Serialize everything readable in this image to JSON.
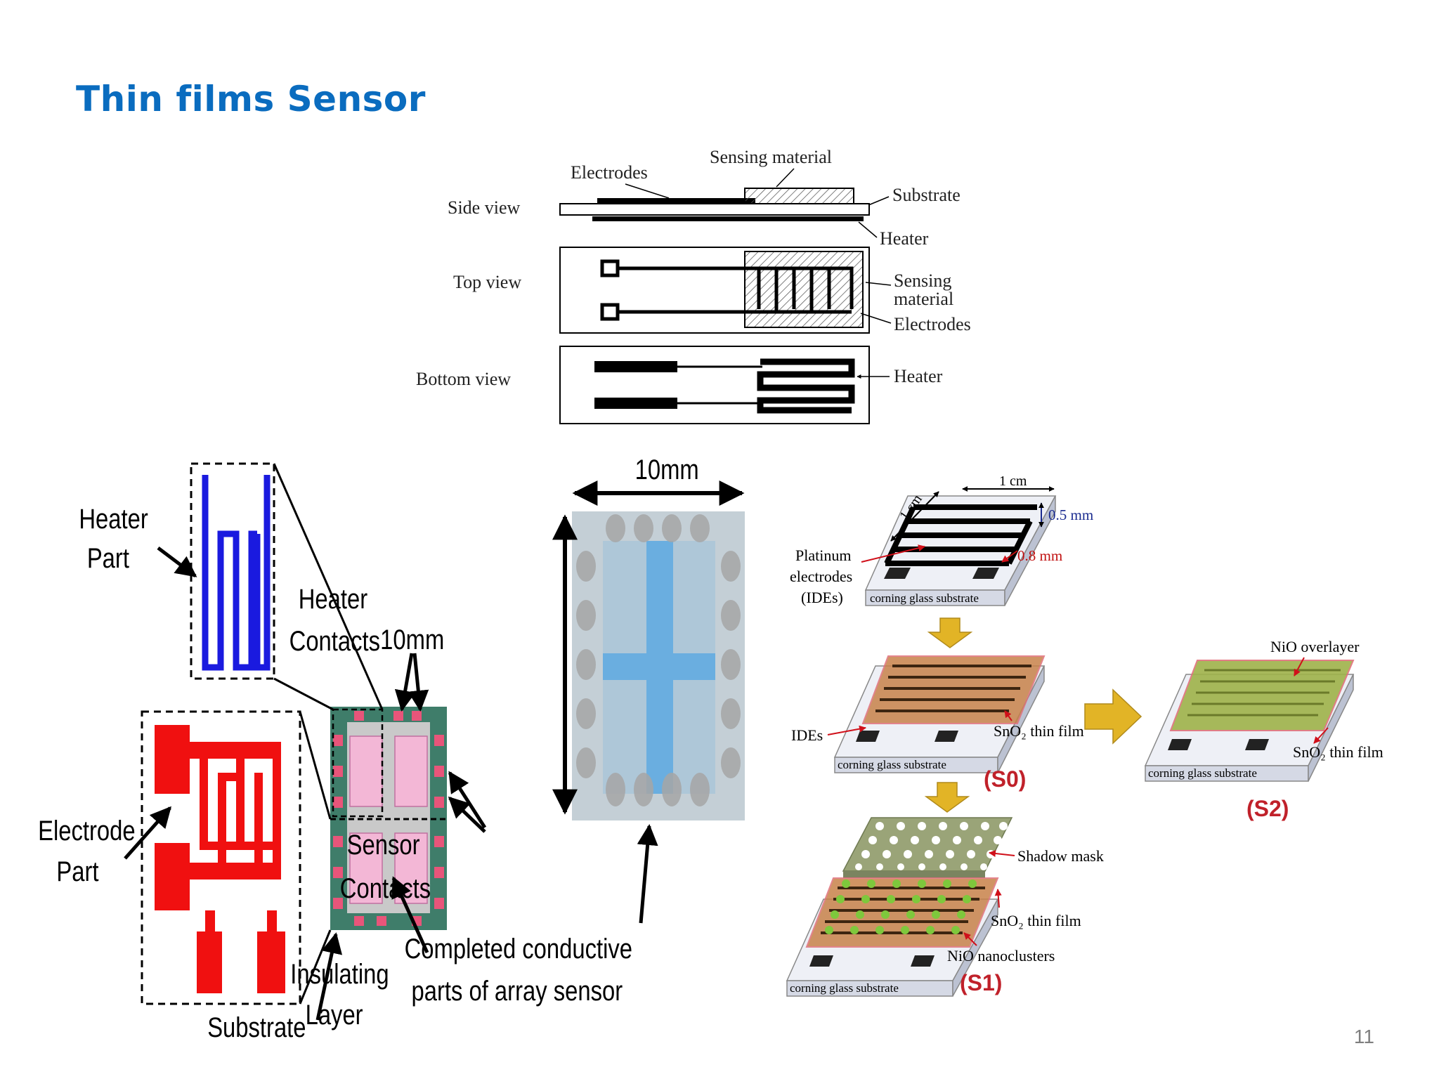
{
  "slide": {
    "title": "Thin films Sensor",
    "page_number": "11"
  },
  "views_diagram": {
    "side_view": "Side view",
    "top_view": "Top view",
    "bottom_view": "Bottom view",
    "electrodes": "Electrodes",
    "sensing_material": "Sensing material",
    "substrate": "Substrate",
    "heater": "Heater",
    "sensing_material_top": [
      "Sensing",
      "material"
    ],
    "electrodes_top": "Electrodes",
    "heater_bottom": "Heater"
  },
  "array_diagram": {
    "heater_part": [
      "Heater",
      "Part"
    ],
    "electrode_part": [
      "Electrode",
      "Part"
    ],
    "heater_contacts": [
      "Heater",
      "Contacts"
    ],
    "sensor_contacts": [
      "Sensor",
      "Contacts"
    ],
    "insulating_layer": [
      "Insulating",
      "Layer"
    ],
    "substrate": "Substrate"
  },
  "photo_panel": {
    "width_label": "10mm",
    "height_label": "10mm",
    "caption": [
      "Completed conductive",
      "parts of array sensor"
    ]
  },
  "process_diagram": {
    "dim_1cm_top": "1 cm",
    "dim_1cm_side": "1 cm",
    "dim_05mm": "0.5 mm",
    "dim_08mm": "0.8 mm",
    "platinum_electrodes": [
      "Platinum",
      "electrodes",
      "(IDEs)"
    ],
    "corning_glass_substrate": "corning glass substrate",
    "ides": "IDEs",
    "sno2_thin_film": "SnO₂ thin film",
    "nio_overlayer": "NiO overlayer",
    "shadow_mask": "Shadow mask",
    "nio_nanoclusters": "NiO nanoclusters",
    "s0": "(S0)",
    "s1": "(S1)",
    "s2": "(S2)"
  },
  "colors": {
    "title": "#0a6cbf",
    "heater_blue": "#1a1adf",
    "electrode_red": "#f01010",
    "chip_green": "#3f7d6a",
    "sno2_orange": "#c8824a",
    "nio_green": "#9fb24a",
    "arrow_gold": "#e2b426",
    "label_red": "#c0212a"
  }
}
